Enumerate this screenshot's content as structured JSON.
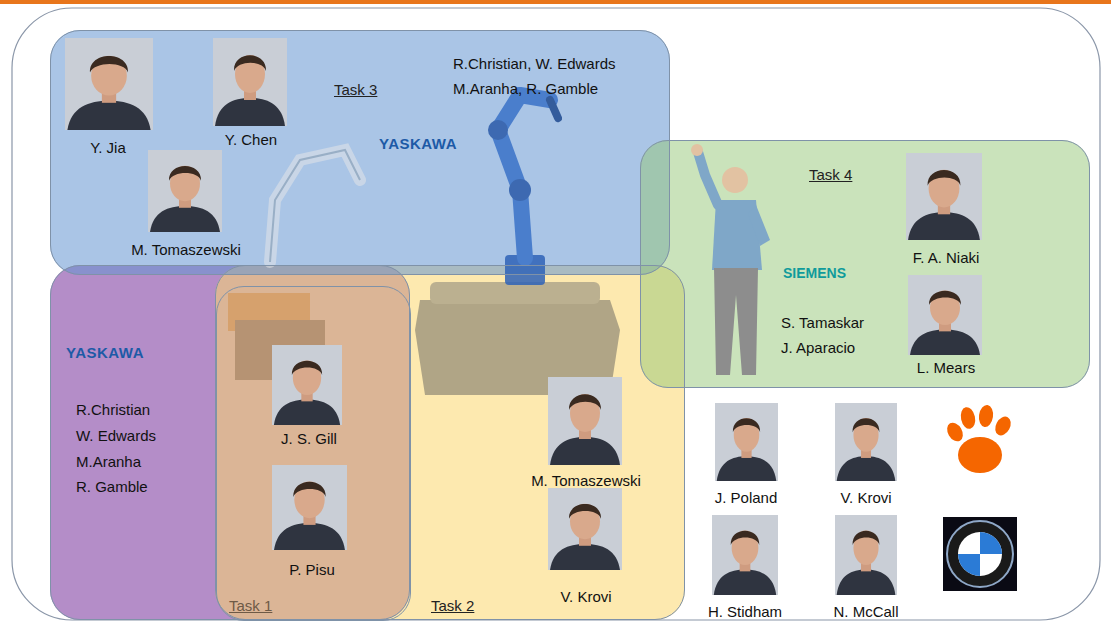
{
  "diagram": {
    "nodes": [
      {
        "text": [
          "Task 3",
          "R.Christian, W. Edwards M.Aranha, R. Gamble",
          "YASKAWA",
          "Y. Jia",
          "Y. Chen",
          "M. Tomaszewski"
        ]
      },
      {
        "text": [
          "Task 4",
          "SIEMENS",
          "S. Tamaskar",
          "J. Aparacio",
          "F. A. Niaki",
          "L. Mears"
        ]
      },
      {
        "text": [
          "YASKAWA",
          "R.Christian",
          "W. Edwards",
          "M.Aranha",
          "R. Gamble",
          "Task 1"
        ]
      },
      {
        "text": [
          "Task 2",
          "M. Tomaszewski",
          "V. Krovi"
        ]
      },
      {
        "text": [
          "J. S. Gill",
          "P. Pisu"
        ],
        "in": 3
      }
    ],
    "labels": [
      "J. Poland",
      "V. Krovi",
      "H. Stidham",
      "N. McCall"
    ]
  }
}
